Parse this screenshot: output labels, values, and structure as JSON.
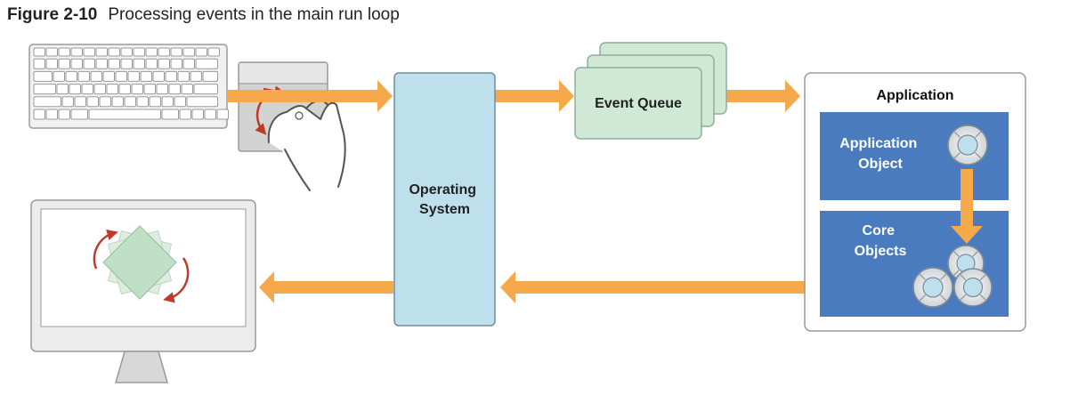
{
  "figure": {
    "number": "Figure 2-10",
    "title": "Processing events in the main run loop"
  },
  "nodes": {
    "operating_system": [
      "Operating",
      "System"
    ],
    "event_queue": "Event Queue",
    "application": "Application",
    "application_object": [
      "Application",
      "Object"
    ],
    "core_objects": [
      "Core",
      "Objects"
    ]
  },
  "colors": {
    "arrow": "#f5a94a",
    "os_fill": "#bde0ec",
    "queue_fill": "#cfe9d6",
    "app_block": "#4b7bbf",
    "rotate_arrow": "#c0392b"
  }
}
